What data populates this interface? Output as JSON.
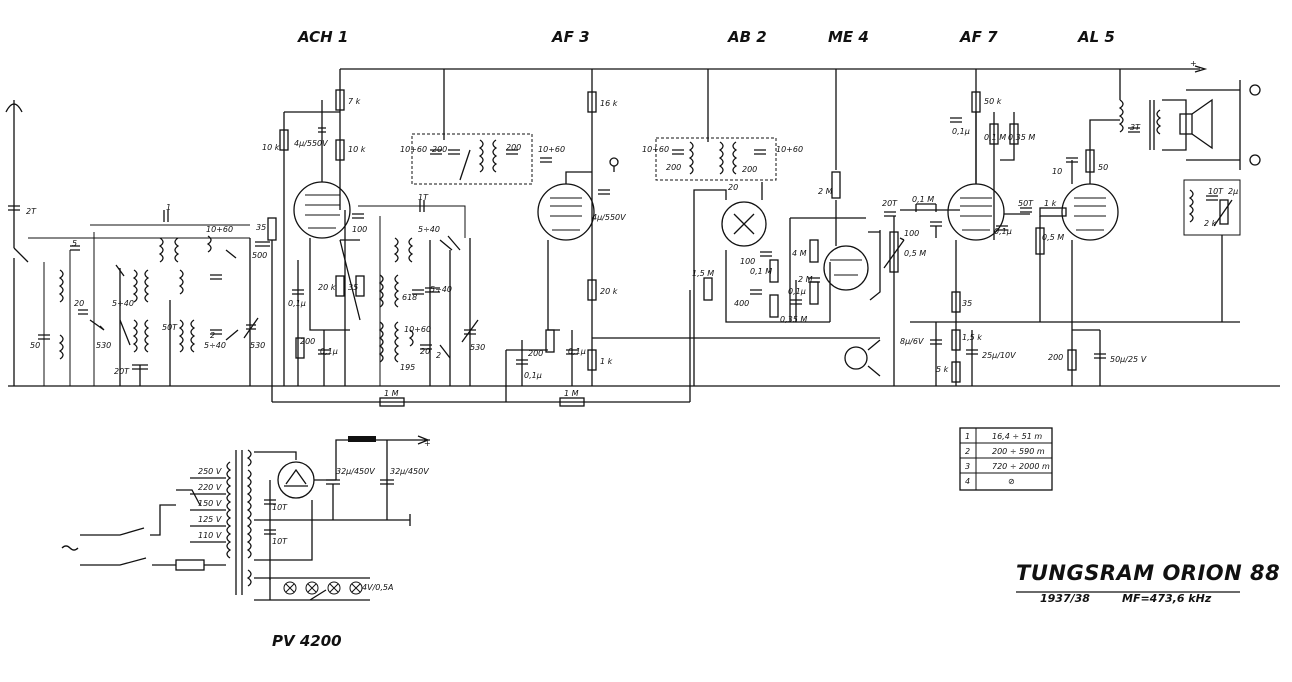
{
  "title": "TUNGSRAM ORION 88",
  "year": "1937/38",
  "mf": "MF=473,6 kHz",
  "power_tube": "PV 4200",
  "tubes": [
    "ACH 1",
    "AF 3",
    "AB 2",
    "ME 4",
    "AF 7",
    "AL 5"
  ],
  "band_table": [
    {
      "num": "1",
      "range": "16,4 ÷ 51 m"
    },
    {
      "num": "2",
      "range": "200 ÷ 590 m"
    },
    {
      "num": "3",
      "range": "720 ÷ 2000 m"
    },
    {
      "num": "4",
      "range": "⊘"
    }
  ],
  "voltages": [
    "250 V",
    "220 V",
    "150 V",
    "125 V",
    "110 V"
  ],
  "values": {
    "v1": "7 k",
    "v2": "10 k",
    "v3": "4μ/550V",
    "v4": "10 k",
    "v5": "10+60",
    "v6": "200",
    "v7": "200",
    "v8": "10+60",
    "v9": "16 k",
    "v10": "10+60",
    "v11": "200",
    "v12": "10+60",
    "v13": "200",
    "v14": "4μ/550V",
    "v15": "20",
    "v16": "2 M",
    "v17": "20T",
    "v18": "50 k",
    "v19": "0,1μ",
    "v20": "0,1 M",
    "v21": "0,35 M",
    "v22": "10",
    "v23": "50",
    "v24": "3T",
    "v25": "10T",
    "v26": "2μ",
    "v27": "2 k",
    "v28": "2T",
    "v29": "5",
    "v30": "20",
    "v31": "50",
    "v32": "530",
    "v33": "5÷40",
    "v34": "20T",
    "v35": "50T",
    "v36": "5÷40",
    "v37": "2",
    "v38": "530",
    "v39": "1",
    "v40": "10+60",
    "v41": "35",
    "v42": "500",
    "v43": "0,1μ",
    "v44": "200",
    "v45": "0,1μ",
    "v46": "20 k",
    "v47": "35",
    "v48": "100",
    "v49": "1T",
    "v50": "5÷40",
    "v51": "5÷40",
    "v52": "618",
    "v53": "10+60",
    "v54": "20",
    "v55": "2",
    "v56": "195",
    "v57": "530",
    "v58": "1 M",
    "v59": "1 M",
    "v60": "200",
    "v61": "0,1μ",
    "v62": "0,1μ",
    "v63": "20 k",
    "v64": "1 k",
    "v65": "1,5 M",
    "v66": "100",
    "v67": "0,1 M",
    "v68": "400",
    "v69": "0,1μ",
    "v70": "0,35 M",
    "v71": "4 M",
    "v72": "2 M",
    "v73": "0,1 M",
    "v74": "100",
    "v75": "0,5 M",
    "v76": "0,1μ",
    "v77": "50T",
    "v78": "1 k",
    "v79": "0,5 M",
    "v80": "35",
    "v81": "1,5 k",
    "v82": "8μ/6V",
    "v83": "25μ/10V",
    "v84": "5 k",
    "v85": "200",
    "v86": "50μ/25 V",
    "v87": "32μ/450V",
    "v88": "32μ/450V",
    "v89": "10T",
    "v90": "10T",
    "v91": "4V/0,5A",
    "v92": "+",
    "v93": "+"
  },
  "chart_data": {
    "type": "table",
    "columns": [
      "band",
      "range"
    ],
    "rows": [
      [
        "1",
        "16,4 ÷ 51 m"
      ],
      [
        "2",
        "200 ÷ 590 m"
      ],
      [
        "3",
        "720 ÷ 2000 m"
      ],
      [
        "4",
        "⊘"
      ]
    ]
  }
}
